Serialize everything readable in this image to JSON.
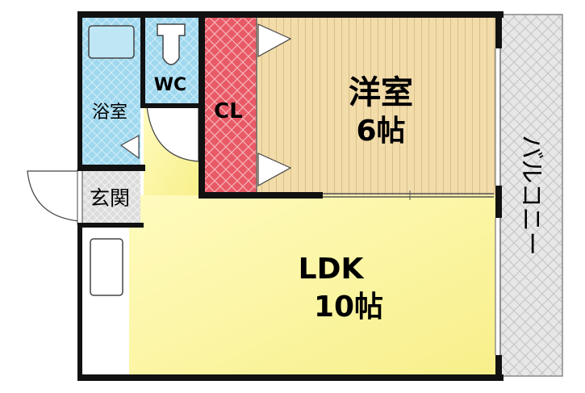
{
  "rooms": {
    "western_room": {
      "name": "洋室",
      "size": "6帖"
    },
    "ldk": {
      "name": "LDK",
      "size": "10帖"
    },
    "closet": {
      "name": "CL"
    },
    "toilet": {
      "name": "WC"
    },
    "bathroom": {
      "name": "浴室"
    },
    "entrance": {
      "name": "玄関"
    },
    "balcony": {
      "name": "バルコニー"
    }
  },
  "colors": {
    "wall": "#111111",
    "western_floor": "#f2dcaa",
    "ldk_floor": "#fcf7a6",
    "closet": "#e85a66",
    "wet_area": "#9fd8ef",
    "entrance_floor": "#dcdcdc",
    "balcony": "#e7e7e7",
    "kitchen_floor": "#ffffff"
  }
}
